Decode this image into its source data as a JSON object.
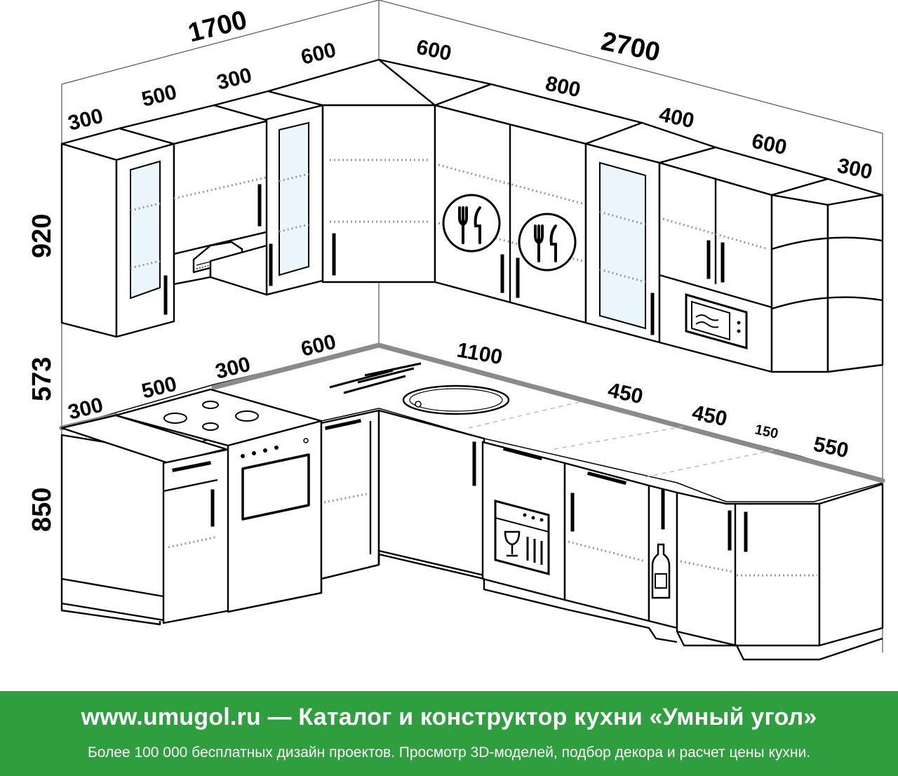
{
  "dimensions": {
    "upper_total_left": "1700",
    "upper_total_right": "2700",
    "upper_left": [
      "300",
      "500",
      "300",
      "600"
    ],
    "upper_right": [
      "600",
      "800",
      "400",
      "600",
      "300"
    ],
    "heights": [
      "920",
      "573",
      "850"
    ],
    "lower_left": [
      "300",
      "500",
      "300",
      "600"
    ],
    "lower_right": [
      "1100",
      "450",
      "450",
      "150",
      "550"
    ]
  },
  "footer": {
    "headline": "www.umugol.ru — Каталог и конструктор кухни «Умный угол»",
    "subline": "Более 100 000 бесплатных дизайн проектов. Просмотр 3D-моделей, подбор декора и расчет цены кухни."
  },
  "colors": {
    "footer_bg": "#2e9e3e",
    "glass": "#eaf6fb",
    "countertop_edge": "#8a8a8a"
  },
  "icons": [
    "cutlery-icon",
    "microwave-icon",
    "dishwasher-icon",
    "bottle-icon",
    "range-hood-icon",
    "hob-burners-icon"
  ]
}
